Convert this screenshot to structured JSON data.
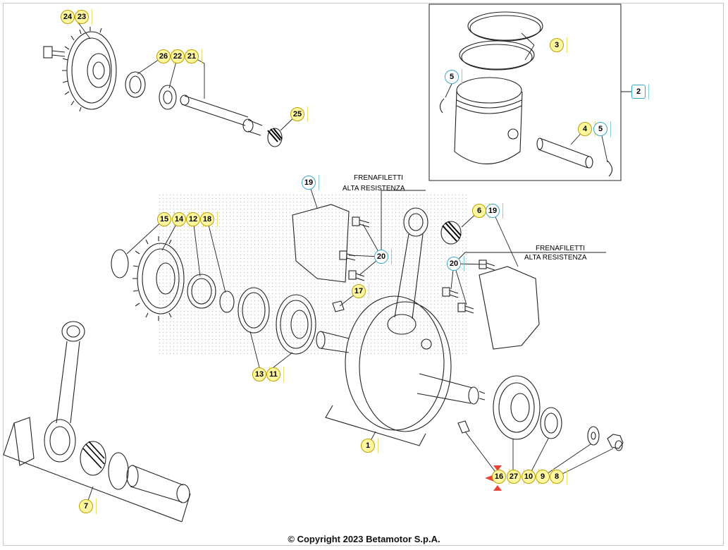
{
  "notes": {
    "thread_lock_1_line1": "FRENAFILETTI",
    "thread_lock_1_line2": "ALTA RESISTENZA",
    "thread_lock_2_line1": "FRENAFILETTI",
    "thread_lock_2_line2": "ALTA RESISTENZA"
  },
  "callouts": {
    "c24": "24",
    "c23": "23",
    "c26": "26",
    "c22": "22",
    "c21": "21",
    "c25": "25",
    "c3": "3",
    "c5a": "5",
    "c2": "2",
    "c4": "4",
    "c5b": "5",
    "c19a": "19",
    "c6": "6",
    "c19b": "19",
    "c20a": "20",
    "c20b": "20",
    "c17": "17",
    "c15": "15",
    "c14": "14",
    "c12": "12",
    "c18": "18",
    "c13": "13",
    "c11": "11",
    "c1": "1",
    "c7": "7",
    "c16": "16",
    "c27": "27",
    "c10": "10",
    "c9": "9",
    "c8": "8"
  },
  "copyright": "© Copyright 2023 Betamotor S.p.A.",
  "colors": {
    "highlight_fill": "#fff6a0",
    "highlight_border": "#b8a200",
    "cyan_border": "#3aa8c8",
    "marker": "#e8443a"
  }
}
